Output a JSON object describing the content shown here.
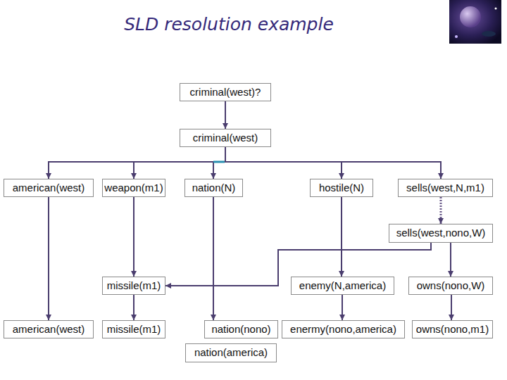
{
  "diagram": {
    "title": "SLD resolution example",
    "nodes": [
      {
        "text": [
          "criminal(west)?"
        ]
      },
      {
        "text": [
          "criminal(west)"
        ]
      },
      {
        "text": [
          "american(west)"
        ]
      },
      {
        "text": [
          "weapon(m1)"
        ]
      },
      {
        "text": [
          "nation(N)"
        ]
      },
      {
        "text": [
          "hostile(N)"
        ]
      },
      {
        "text": [
          "sells(west,N,m1)"
        ]
      },
      {
        "text": [
          "sells(west,nono,W)"
        ]
      },
      {
        "text": [
          "missile(m1)"
        ]
      },
      {
        "text": [
          "enemy(N,america)"
        ]
      },
      {
        "text": [
          "owns(nono,W)"
        ]
      },
      {
        "text": [
          "american(west)"
        ]
      },
      {
        "text": [
          "missile(m1)"
        ]
      },
      {
        "text": [
          "nation(nono)"
        ]
      },
      {
        "text": [
          "enermy(nono,america)"
        ]
      },
      {
        "text": [
          "owns(nono,m1)"
        ]
      },
      {
        "text": [
          "nation(america)"
        ]
      }
    ],
    "edges": [
      {
        "from": 0,
        "to": 1,
        "arrow": "to"
      },
      {
        "from": 1,
        "to": 2,
        "arrow": "to"
      },
      {
        "from": 1,
        "to": 3,
        "arrow": "to"
      },
      {
        "from": 1,
        "to": 4,
        "arrow": "to"
      },
      {
        "from": 1,
        "to": 5,
        "arrow": "to"
      },
      {
        "from": 1,
        "to": 6,
        "arrow": "to"
      },
      {
        "from": 2,
        "to": 11,
        "arrow": "to"
      },
      {
        "from": 3,
        "to": 8,
        "arrow": "to"
      },
      {
        "from": 8,
        "to": 12,
        "arrow": "to"
      },
      {
        "from": 6,
        "to": 7,
        "arrow": "to"
      },
      {
        "from": 7,
        "to": 10,
        "arrow": "to"
      },
      {
        "from": 7,
        "to": 8,
        "arrow": "to"
      },
      {
        "from": 5,
        "to": 9,
        "arrow": "to"
      },
      {
        "from": 4,
        "to": 13,
        "arrow": "to"
      },
      {
        "from": 9,
        "to": 14,
        "arrow": "to"
      },
      {
        "from": 10,
        "to": 15,
        "arrow": "to"
      }
    ]
  }
}
